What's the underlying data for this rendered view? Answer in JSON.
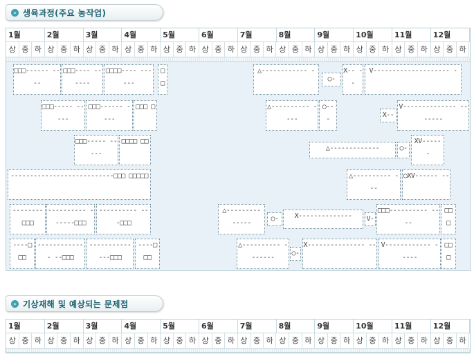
{
  "sections": {
    "growth_title": "생육과정(주요 농작업)",
    "weather_title": "기상재해 및 예상되는 문제점",
    "tab_bullet": "»"
  },
  "calendar": {
    "months": [
      "1월",
      "2월",
      "3월",
      "4월",
      "5월",
      "6월",
      "7월",
      "8월",
      "9월",
      "10월",
      "11월",
      "12월"
    ],
    "grades": [
      "상",
      "중",
      "하"
    ]
  },
  "bars": [
    {
      "id": "r1a",
      "text": "□□□------ ----"
    },
    {
      "id": "r1b",
      "text": "□□□---- ------"
    },
    {
      "id": "r1c",
      "text": "□□□□---- ------"
    },
    {
      "id": "r1d",
      "text": "□ □"
    },
    {
      "id": "r1e",
      "text": "△------------ -"
    },
    {
      "id": "r1f",
      "text": "○-"
    },
    {
      "id": "r1g",
      "text": "X-- --"
    },
    {
      "id": "r1h",
      "text": "V-------------------- -"
    },
    {
      "id": "r2a",
      "text": "□□□----- -----"
    },
    {
      "id": "r2b",
      "text": "□□□------ ----"
    },
    {
      "id": "r2c",
      "text": "□□□ □"
    },
    {
      "id": "r2d",
      "text": "△---------- ----"
    },
    {
      "id": "r2e",
      "text": "○-- -"
    },
    {
      "id": "r2f",
      "text": "X--"
    },
    {
      "id": "r2g",
      "text": "V-------------- -------"
    },
    {
      "id": "r3a",
      "text": "□□□----- -----"
    },
    {
      "id": "r3b",
      "text": "□□□□ □□"
    },
    {
      "id": "r3c",
      "text": "△-------------"
    },
    {
      "id": "r3d",
      "text": "○-"
    },
    {
      "id": "r3e",
      "text": "XV----- -"
    },
    {
      "id": "r4a",
      "text": "---------------------------□□□ □□□□□"
    },
    {
      "id": "r4b",
      "text": "△---------- ---"
    },
    {
      "id": "r4c",
      "text": "○XV------ --"
    },
    {
      "id": "r5a",
      "text": "-------- □□□"
    },
    {
      "id": "r5b",
      "text": "---------- ------□□□"
    },
    {
      "id": "r5c",
      "text": "---------- ---□□□"
    },
    {
      "id": "r5d",
      "text": "△--------- -----"
    },
    {
      "id": "r5e",
      "text": "○-"
    },
    {
      "id": "r5f",
      "text": "X--------------"
    },
    {
      "id": "r5g",
      "text": "V-"
    },
    {
      "id": "r5h",
      "text": "□□□---------- ----"
    },
    {
      "id": "r5i",
      "text": "□□ □"
    },
    {
      "id": "r6a",
      "text": "----□ □□"
    },
    {
      "id": "r6b",
      "text": "------------- --□□□"
    },
    {
      "id": "r6c",
      "text": "----------- ---□□□"
    },
    {
      "id": "r6d",
      "text": "----□ □□"
    },
    {
      "id": "r6e",
      "text": "△---------- -------"
    },
    {
      "id": "r6f",
      "text": "○-"
    },
    {
      "id": "r6g",
      "text": "X--------------- --"
    },
    {
      "id": "r6h",
      "text": "V------------ -----"
    },
    {
      "id": "r6i",
      "text": "□□ □"
    }
  ]
}
